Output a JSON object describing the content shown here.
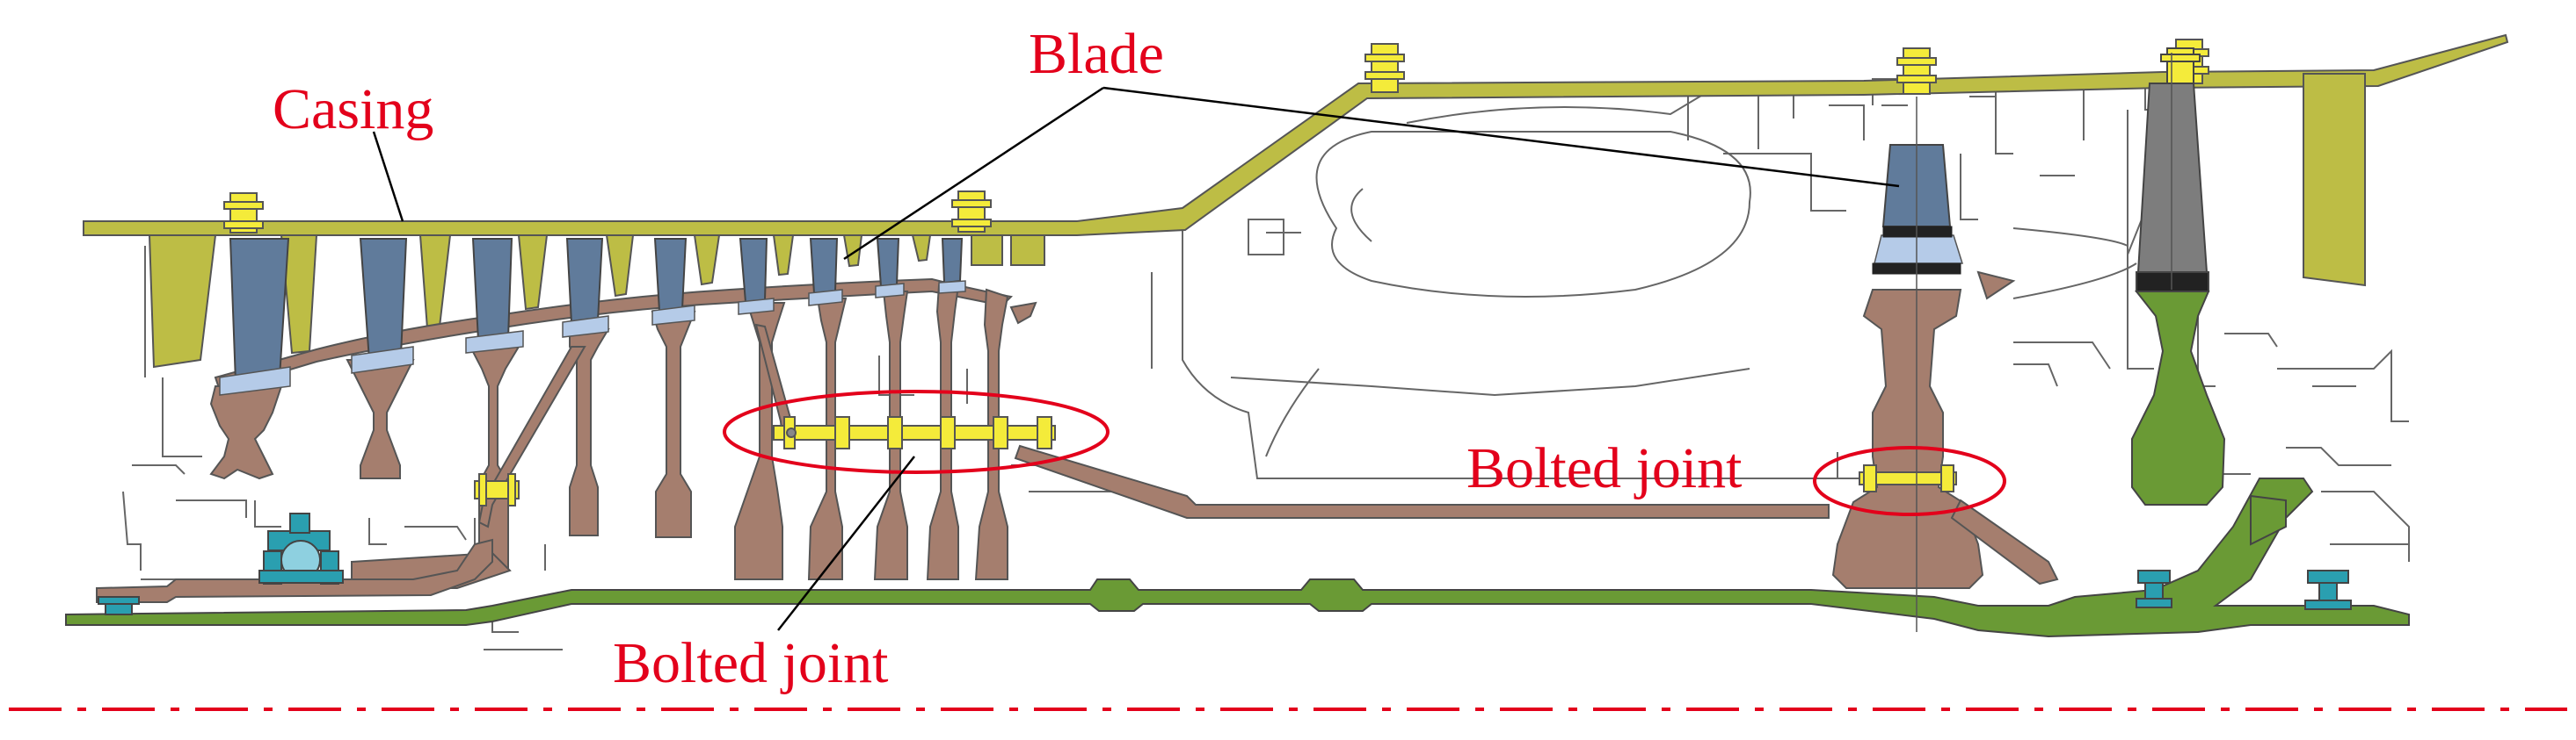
{
  "labels": {
    "casing": "Casing",
    "blade": "Blade",
    "bolted_joint_right": "Bolted joint",
    "bolted_joint_bottom": "Bolted joint"
  },
  "colors": {
    "label_red": "#e3001b",
    "casing": "#bdbd45",
    "blade": "#607b9b",
    "disk": "#a57e6e",
    "shaft": "#6a9a35",
    "bearing": "#2a9fb0",
    "bolt": "#f4eb3a",
    "outline": "#555555",
    "leader": "#000000"
  }
}
